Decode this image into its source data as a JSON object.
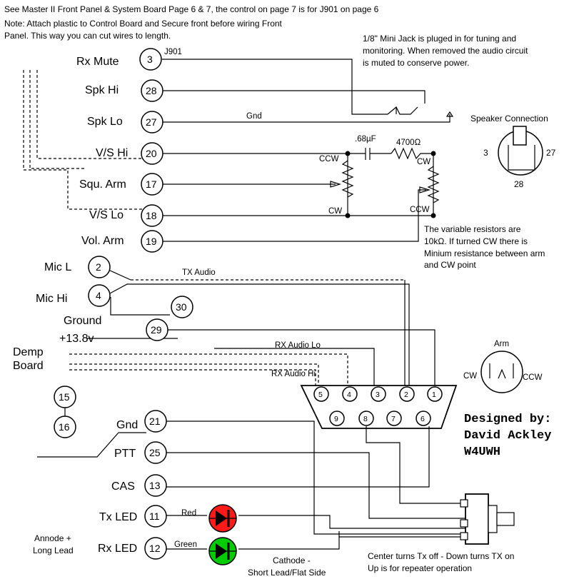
{
  "header": {
    "line1": "See Master II Front Panel & System Board Page 6 & 7, the control on page 7 is for J901 on page 6",
    "note1": "Note: Attach plastic  to Control Board and Secure front before wiring Front",
    "note2": "Panel.  This way you can cut wires to length."
  },
  "jack_note": {
    "line1": "1/8\" Mini Jack is pluged in for tuning and",
    "line2": "monitoring.  When removed the audio circuit",
    "line3": "is muted to conserve power."
  },
  "j901": "J901",
  "connectors": [
    {
      "label": "Rx Mute",
      "pin": "3"
    },
    {
      "label": "Spk Hi",
      "pin": "28"
    },
    {
      "label": "Spk Lo",
      "pin": "27"
    },
    {
      "label": "V/S Hi",
      "pin": "20"
    },
    {
      "label": "Squ. Arm",
      "pin": "17"
    },
    {
      "label": "V/S Lo",
      "pin": "18"
    },
    {
      "label": "Vol. Arm",
      "pin": "19"
    },
    {
      "label": "Mic L",
      "pin": "2"
    },
    {
      "label": "Mic Hi",
      "pin": "4"
    },
    {
      "label": "Ground",
      "pin": "30"
    },
    {
      "label": "+13.8v",
      "pin": "29"
    }
  ],
  "pins_lower": [
    {
      "label": "Gnd",
      "pin": "21"
    },
    {
      "label": "PTT",
      "pin": "25"
    },
    {
      "label": "CAS",
      "pin": "13"
    },
    {
      "label": "Tx LED",
      "pin": "11"
    },
    {
      "label": "Rx LED",
      "pin": "12"
    }
  ],
  "pins_loose": [
    "15",
    "16"
  ],
  "wire_labels": {
    "gnd": "Gnd",
    "tx_audio": "TX Audio",
    "rx_lo": "RX Audio Lo",
    "rx_hi": "RX Audio Hi"
  },
  "components": {
    "cap": ".68µF",
    "res": "4700Ω",
    "ccw": "CCW",
    "cw": "CW"
  },
  "resistor_note": {
    "line1": "The variable resistors are",
    "line2": "10kΩ. If turned CW there is",
    "line3": "Minium resistance between arm",
    "line4": "and CW point"
  },
  "speaker": {
    "title": "Speaker Connection",
    "p3": "3",
    "p27": "27",
    "p28": "28"
  },
  "arm": {
    "label": "Arm",
    "cw": "CW",
    "ccw": "CCW"
  },
  "demp": {
    "line1": "Demp",
    "line2": "Board"
  },
  "db9": [
    "5",
    "4",
    "3",
    "2",
    "1",
    "9",
    "8",
    "7",
    "6"
  ],
  "designer": {
    "line1": "Designed by:",
    "line2": "David Ackley",
    "line3": "W4UWH"
  },
  "led": {
    "red": "Red",
    "green": "Green"
  },
  "annode": {
    "line1": "Annode +",
    "line2": "Long Lead"
  },
  "cathode": {
    "line1": "Cathode -",
    "line2": "Short Lead/Flat Side"
  },
  "switch_note": {
    "line1": "Center turns Tx off - Down turns TX on",
    "line2": "Up is for repeater operation"
  },
  "colors": {
    "red_wire": "#e00000",
    "blue_wire": "#1a1aff",
    "red_led": "#ff1a1a",
    "green_led": "#00cc00"
  }
}
